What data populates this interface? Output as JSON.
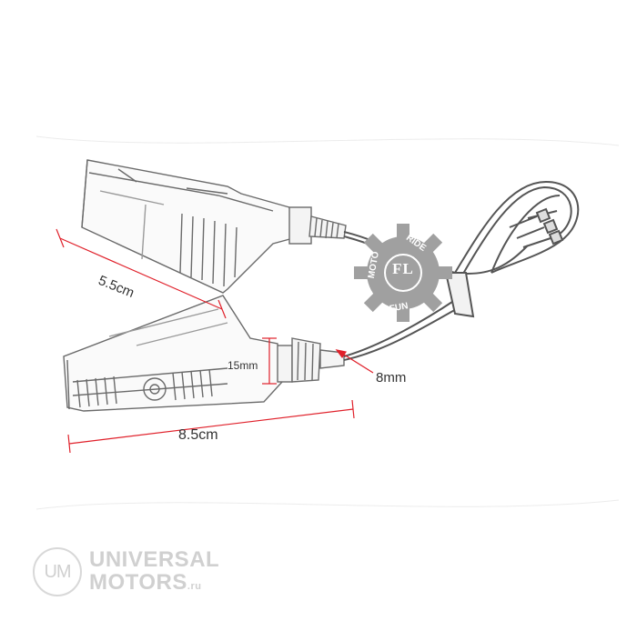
{
  "image": {
    "subject": "pair of motorcycle turn signal indicators with wiring harness, line sketch",
    "background": "#ffffff",
    "sketch_color": "#6a6a6a",
    "dimension_color": "#e0202a"
  },
  "dimensions": {
    "length_upper": "5.5cm",
    "length_lower": "8.5cm",
    "height": "15mm",
    "thread": "8mm"
  },
  "watermark_center": {
    "letters": "FL",
    "arc_left": "MOTO",
    "arc_right": "RIDE",
    "arc_bottom": "FUN",
    "color": "#9a9a9a",
    "icon": "gear-icon"
  },
  "brand_watermark": {
    "badge": "UM",
    "line1": "UNIVERSAL",
    "line2": "MOTORS",
    "suffix": ".ru",
    "color": "#d0d0d0"
  }
}
